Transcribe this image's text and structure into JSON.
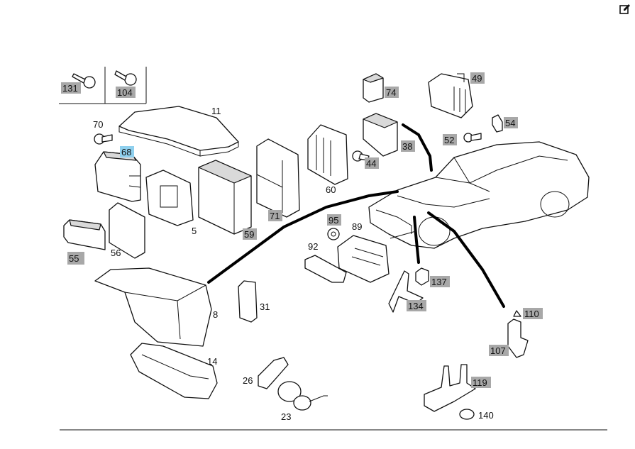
{
  "toolbar": {
    "edit_icon": "edit-icon"
  },
  "callouts": [
    {
      "id": "c131",
      "text": "131",
      "boxed": true
    },
    {
      "id": "c104",
      "text": "104",
      "boxed": true
    },
    {
      "id": "c70",
      "text": "70",
      "boxed": false
    },
    {
      "id": "c68",
      "text": "68",
      "boxed": true,
      "highlight": true
    },
    {
      "id": "c11",
      "text": "11",
      "boxed": false
    },
    {
      "id": "c74",
      "text": "74",
      "boxed": true
    },
    {
      "id": "c49",
      "text": "49",
      "boxed": true
    },
    {
      "id": "c54",
      "text": "54",
      "boxed": true
    },
    {
      "id": "c52",
      "text": "52",
      "boxed": true
    },
    {
      "id": "c38",
      "text": "38",
      "boxed": true
    },
    {
      "id": "c44",
      "text": "44",
      "boxed": true
    },
    {
      "id": "c60",
      "text": "60",
      "boxed": false
    },
    {
      "id": "c5",
      "text": "5",
      "boxed": false
    },
    {
      "id": "c71",
      "text": "71",
      "boxed": true
    },
    {
      "id": "c59",
      "text": "59",
      "boxed": true
    },
    {
      "id": "c55",
      "text": "55",
      "boxed": true
    },
    {
      "id": "c56",
      "text": "56",
      "boxed": false
    },
    {
      "id": "c95",
      "text": "95",
      "boxed": true
    },
    {
      "id": "c89",
      "text": "89",
      "boxed": false
    },
    {
      "id": "c92",
      "text": "92",
      "boxed": false
    },
    {
      "id": "c137",
      "text": "137",
      "boxed": true
    },
    {
      "id": "c134",
      "text": "134",
      "boxed": true
    },
    {
      "id": "c110",
      "text": "110",
      "boxed": true
    },
    {
      "id": "c107",
      "text": "107",
      "boxed": true
    },
    {
      "id": "c8",
      "text": "8",
      "boxed": false
    },
    {
      "id": "c31",
      "text": "31",
      "boxed": false
    },
    {
      "id": "c14",
      "text": "14",
      "boxed": false
    },
    {
      "id": "c26",
      "text": "26",
      "boxed": false
    },
    {
      "id": "c23",
      "text": "23",
      "boxed": false
    },
    {
      "id": "c119",
      "text": "119",
      "boxed": true
    },
    {
      "id": "c140",
      "text": "140",
      "boxed": false
    }
  ],
  "colors": {
    "callout_box": "#a8a8a8",
    "callout_highlight": "#8fd0ee",
    "line": "#111111"
  }
}
